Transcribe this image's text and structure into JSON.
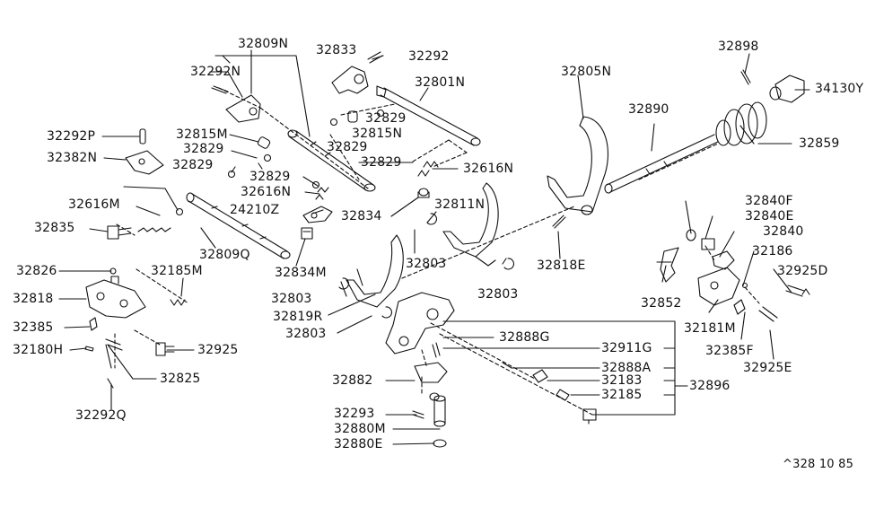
{
  "diagram": {
    "line_color": "#111111",
    "background": "#ffffff",
    "part_labels": [
      "32809N",
      "32833",
      "32292",
      "32898",
      "32292N",
      "32801N",
      "32805N",
      "34130Y",
      "32829",
      "32815N",
      "32890",
      "32292P",
      "32815M",
      "32829",
      "32859",
      "32382N",
      "32829",
      "32829",
      "32616N",
      "32829",
      "32829",
      "32616N",
      "32834",
      "24210Z",
      "32811N",
      "32840F",
      "32616M",
      "32840E",
      "32835",
      "32809Q",
      "32840",
      "32834M",
      "32803",
      "32818E",
      "32186",
      "32826",
      "32185M",
      "32925D",
      "32818",
      "32803",
      "32852",
      "32803",
      "32819R",
      "32181M",
      "32803",
      "32385",
      "32888G",
      "32385F",
      "32180H",
      "32925",
      "32911G",
      "32925E",
      "32825",
      "32888A",
      "32882",
      "32183",
      "32896",
      "32185",
      "32292Q",
      "32293",
      "32880M",
      "32880E"
    ],
    "reference_code": "^328 10 85"
  }
}
